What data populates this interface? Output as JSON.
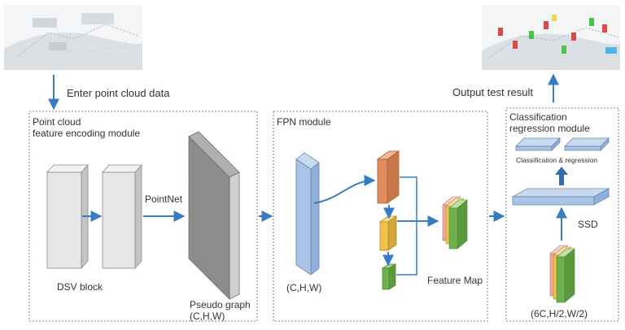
{
  "labels": {
    "input": "Enter point cloud data",
    "output": "Output test result",
    "encoder_title_1": "Point cloud",
    "encoder_title_2": "feature encoding module",
    "pointnet": "PointNet",
    "dsv_block": "DSV block",
    "pseudo_1": "Pseudo graph",
    "pseudo_2": "(C,H,W)",
    "fpn_title": "FPN module",
    "fpn_input": "(C,H,W)",
    "feature_map": "Feature Map",
    "cls_title_1": "Classification",
    "cls_title_2": "regression module",
    "cls_reg": "Classification  &  regression",
    "ssd": "SSD",
    "ssd_input": "(6C,H/2,W/2)"
  },
  "colors": {
    "arrow": "#3a7cc4",
    "module_border": "#7f7f7f",
    "block_gray": "#e6e6e6",
    "pseudo_gray": "#8c8c8c",
    "feature_blue": "#a9c4e6",
    "fpn_orange": "#e08c5c",
    "fpn_yellow": "#f0c24c",
    "fpn_green": "#6fb04e",
    "feature_pink": "#f2a7a0"
  },
  "icons": {
    "input_image": "point-cloud-scene-icon",
    "output_image": "detection-result-scene-icon"
  }
}
